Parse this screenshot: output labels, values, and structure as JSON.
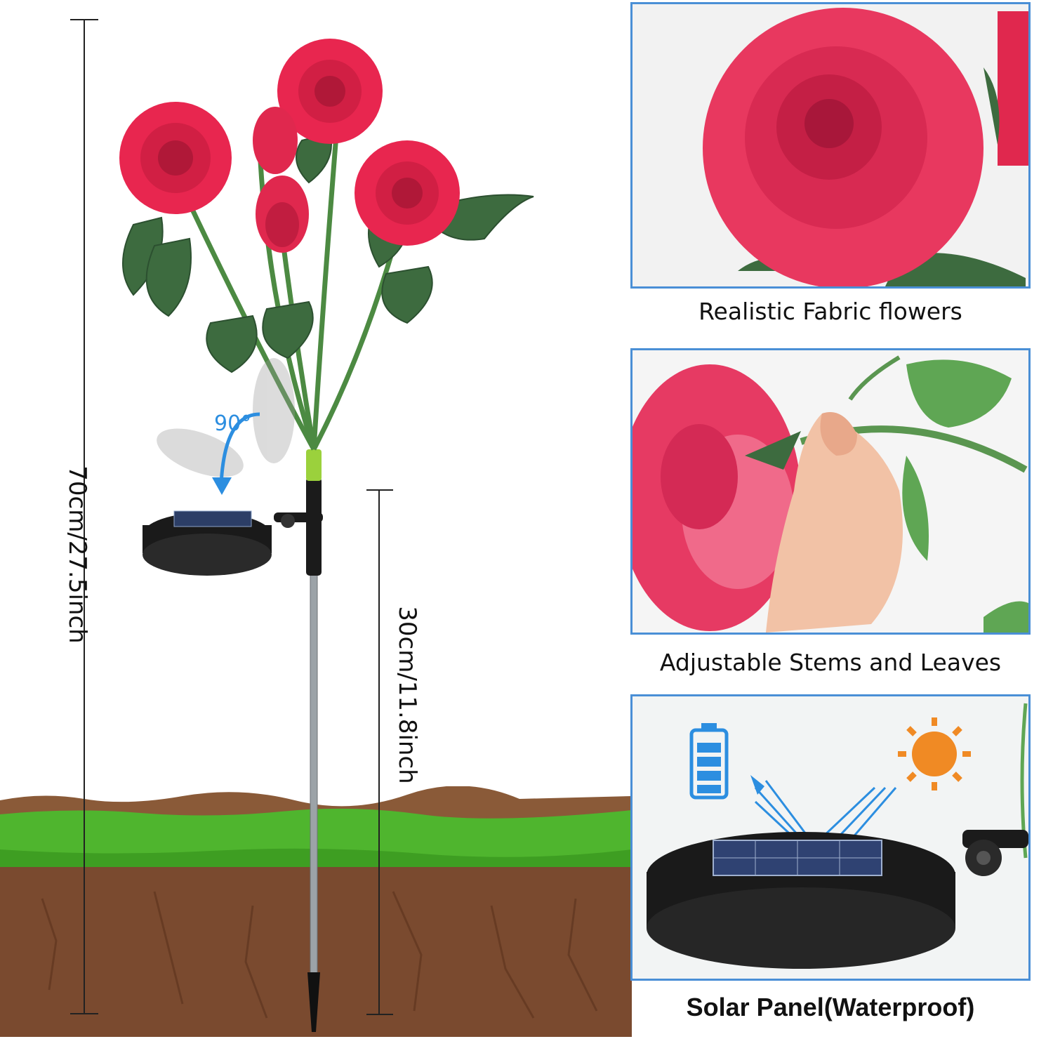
{
  "measurements": {
    "total_height": "70cm/27.5inch",
    "stake_height": "30cm/11.8inch",
    "rotation": "90°"
  },
  "features": [
    {
      "caption": "Realistic Fabric flowers"
    },
    {
      "caption": "Adjustable Stems and Leaves"
    },
    {
      "caption": "Solar Panel(Waterproof)"
    }
  ],
  "icons": {
    "battery": "battery-icon",
    "sun": "sun-icon"
  },
  "colors": {
    "rose": "#e8264f",
    "leaf": "#3d6b3f",
    "frame": "#4a8fd6",
    "grass": "#4fb52e",
    "soil": "#7a4a2f",
    "accent": "#2c8ee0"
  }
}
